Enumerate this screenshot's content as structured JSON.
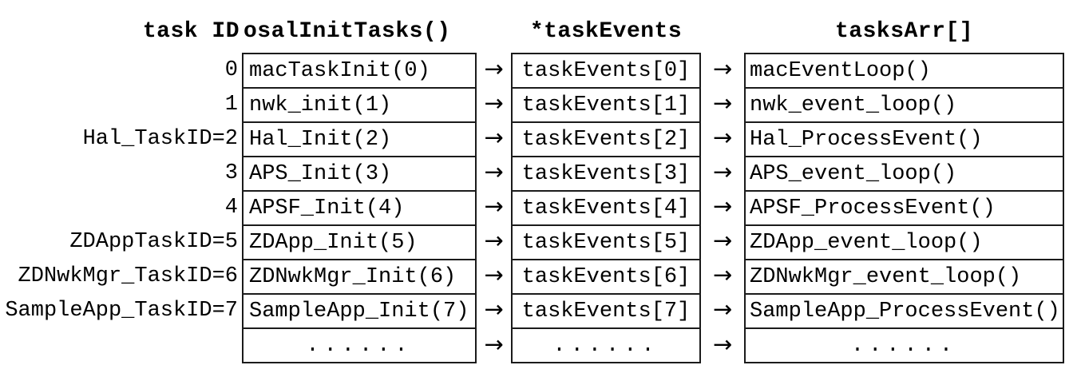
{
  "diagram": {
    "headers": {
      "task_id": "task ID",
      "osal_init_tasks": "osalInitTasks()",
      "task_events": "*taskEvents",
      "tasks_arr": "tasksArr[]"
    },
    "arrow": "→",
    "colors": {
      "border": "#1b1b1b",
      "text": "#000000",
      "background": "#ffffff"
    },
    "rows": [
      {
        "task_id": "0",
        "init_fn": "macTaskInit(0)",
        "task_events": "taskEvents[0]",
        "event_fn": "macEventLoop()"
      },
      {
        "task_id": "1",
        "init_fn": "nwk_init(1)",
        "task_events": "taskEvents[1]",
        "event_fn": "nwk_event_loop()"
      },
      {
        "task_id": "Hal_TaskID=2",
        "init_fn": "Hal_Init(2)",
        "task_events": "taskEvents[2]",
        "event_fn": "Hal_ProcessEvent()"
      },
      {
        "task_id": "3",
        "init_fn": "APS_Init(3)",
        "task_events": "taskEvents[3]",
        "event_fn": "APS_event_loop()"
      },
      {
        "task_id": "4",
        "init_fn": "APSF_Init(4)",
        "task_events": "taskEvents[4]",
        "event_fn": "APSF_ProcessEvent()"
      },
      {
        "task_id": "ZDAppTaskID=5",
        "init_fn": "ZDApp_Init(5)",
        "task_events": "taskEvents[5]",
        "event_fn": "ZDApp_event_loop()"
      },
      {
        "task_id": "ZDNwkMgr_TaskID=6",
        "init_fn": "ZDNwkMgr_Init(6)",
        "task_events": "taskEvents[6]",
        "event_fn": "ZDNwkMgr_event_loop()"
      },
      {
        "task_id": "SampleApp_TaskID=7",
        "init_fn": "SampleApp_Init(7)",
        "task_events": "taskEvents[7]",
        "event_fn": "SampleApp_ProcessEvent()"
      },
      {
        "task_id": "",
        "init_fn": "......",
        "task_events": "......",
        "event_fn": "......"
      }
    ]
  }
}
